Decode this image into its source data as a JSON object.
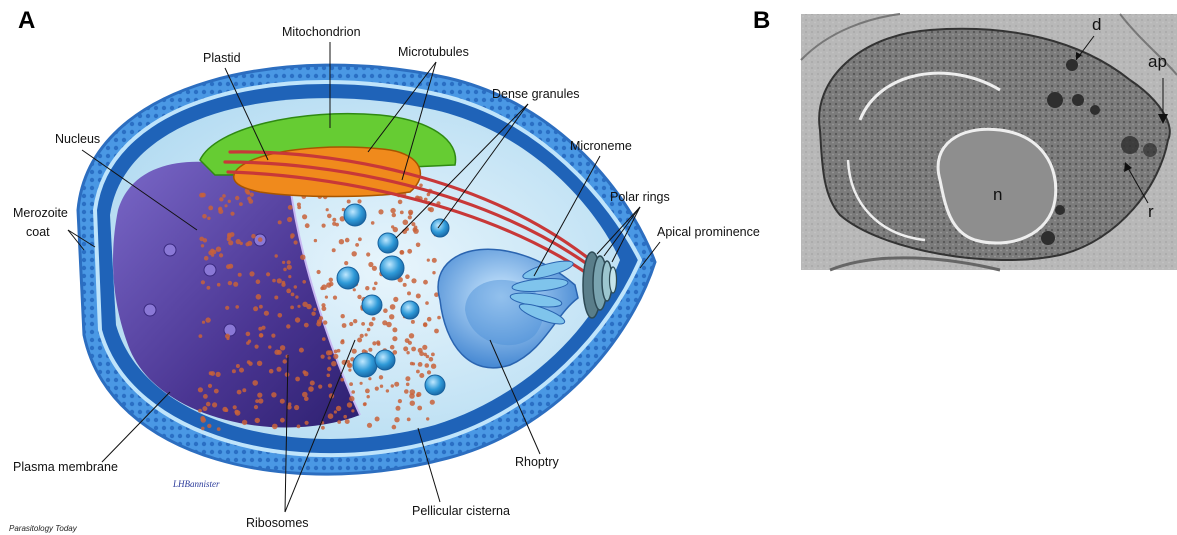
{
  "panels": {
    "a": "A",
    "b": "B"
  },
  "labels": {
    "mitochondrion": "Mitochondrion",
    "plastid": "Plastid",
    "microtubules": "Microtubules",
    "dense_granules": "Dense granules",
    "nucleus": "Nucleus",
    "microneme": "Microneme",
    "polar_rings": "Polar rings",
    "merozoite_coat_line1": "Merozoite",
    "merozoite_coat_line2": "coat",
    "apical_prominence": "Apical prominence",
    "plasma_membrane": "Plasma membrane",
    "rhoptry": "Rhoptry",
    "pellicular_cisterna": "Pellicular cisterna",
    "ribosomes": "Ribosomes"
  },
  "micrograph_labels": {
    "d": "d",
    "ap": "ap",
    "n": "n",
    "r": "r"
  },
  "credit": "Parasitology Today",
  "artist_signature": "LHBannister",
  "colors": {
    "coat": "#3f8fe0",
    "cytoplasm": "#cfe8f6",
    "nucleus": "#5a3f9e",
    "mitochondrion": "#6fd13a",
    "plastid": "#f08a1c",
    "microtubules": "#c83838",
    "ribosomes": "#c8623a",
    "granules": "#2f9ad8",
    "rhoptry": "#4a8fd8"
  }
}
